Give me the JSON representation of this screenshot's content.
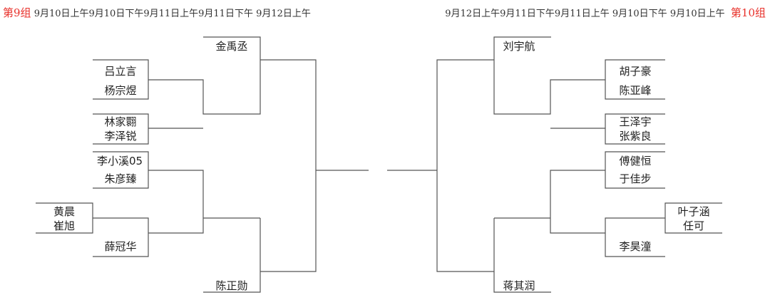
{
  "left": {
    "group": "第9组",
    "schedule": "9月10日上午9月10日下午9月11日上午9月11日下午 9月12日上午",
    "semifinal_top": "金禹丞",
    "semifinal_bottom": "陈正勋",
    "matches": [
      [
        "吕立言",
        "杨宗煜"
      ],
      [
        "林家翾",
        "李泽锐"
      ],
      [
        "李小溪05",
        "朱彦臻"
      ],
      [
        "黄晨",
        "崔旭"
      ],
      [
        "薛冠华"
      ]
    ]
  },
  "right": {
    "group": "第10组",
    "schedule": "9月12日上午9月11日下午9月11日上午 9月10日下午 9月10日上午",
    "semifinal_top": "刘宇航",
    "semifinal_bottom": "蒋其润",
    "matches": [
      [
        "胡子豪",
        "陈亚峰"
      ],
      [
        "王泽宇",
        "张紫良"
      ],
      [
        "傅健恒",
        "于佳步"
      ],
      [
        "叶子涵",
        "任可"
      ],
      [
        "李昊潼"
      ]
    ]
  }
}
